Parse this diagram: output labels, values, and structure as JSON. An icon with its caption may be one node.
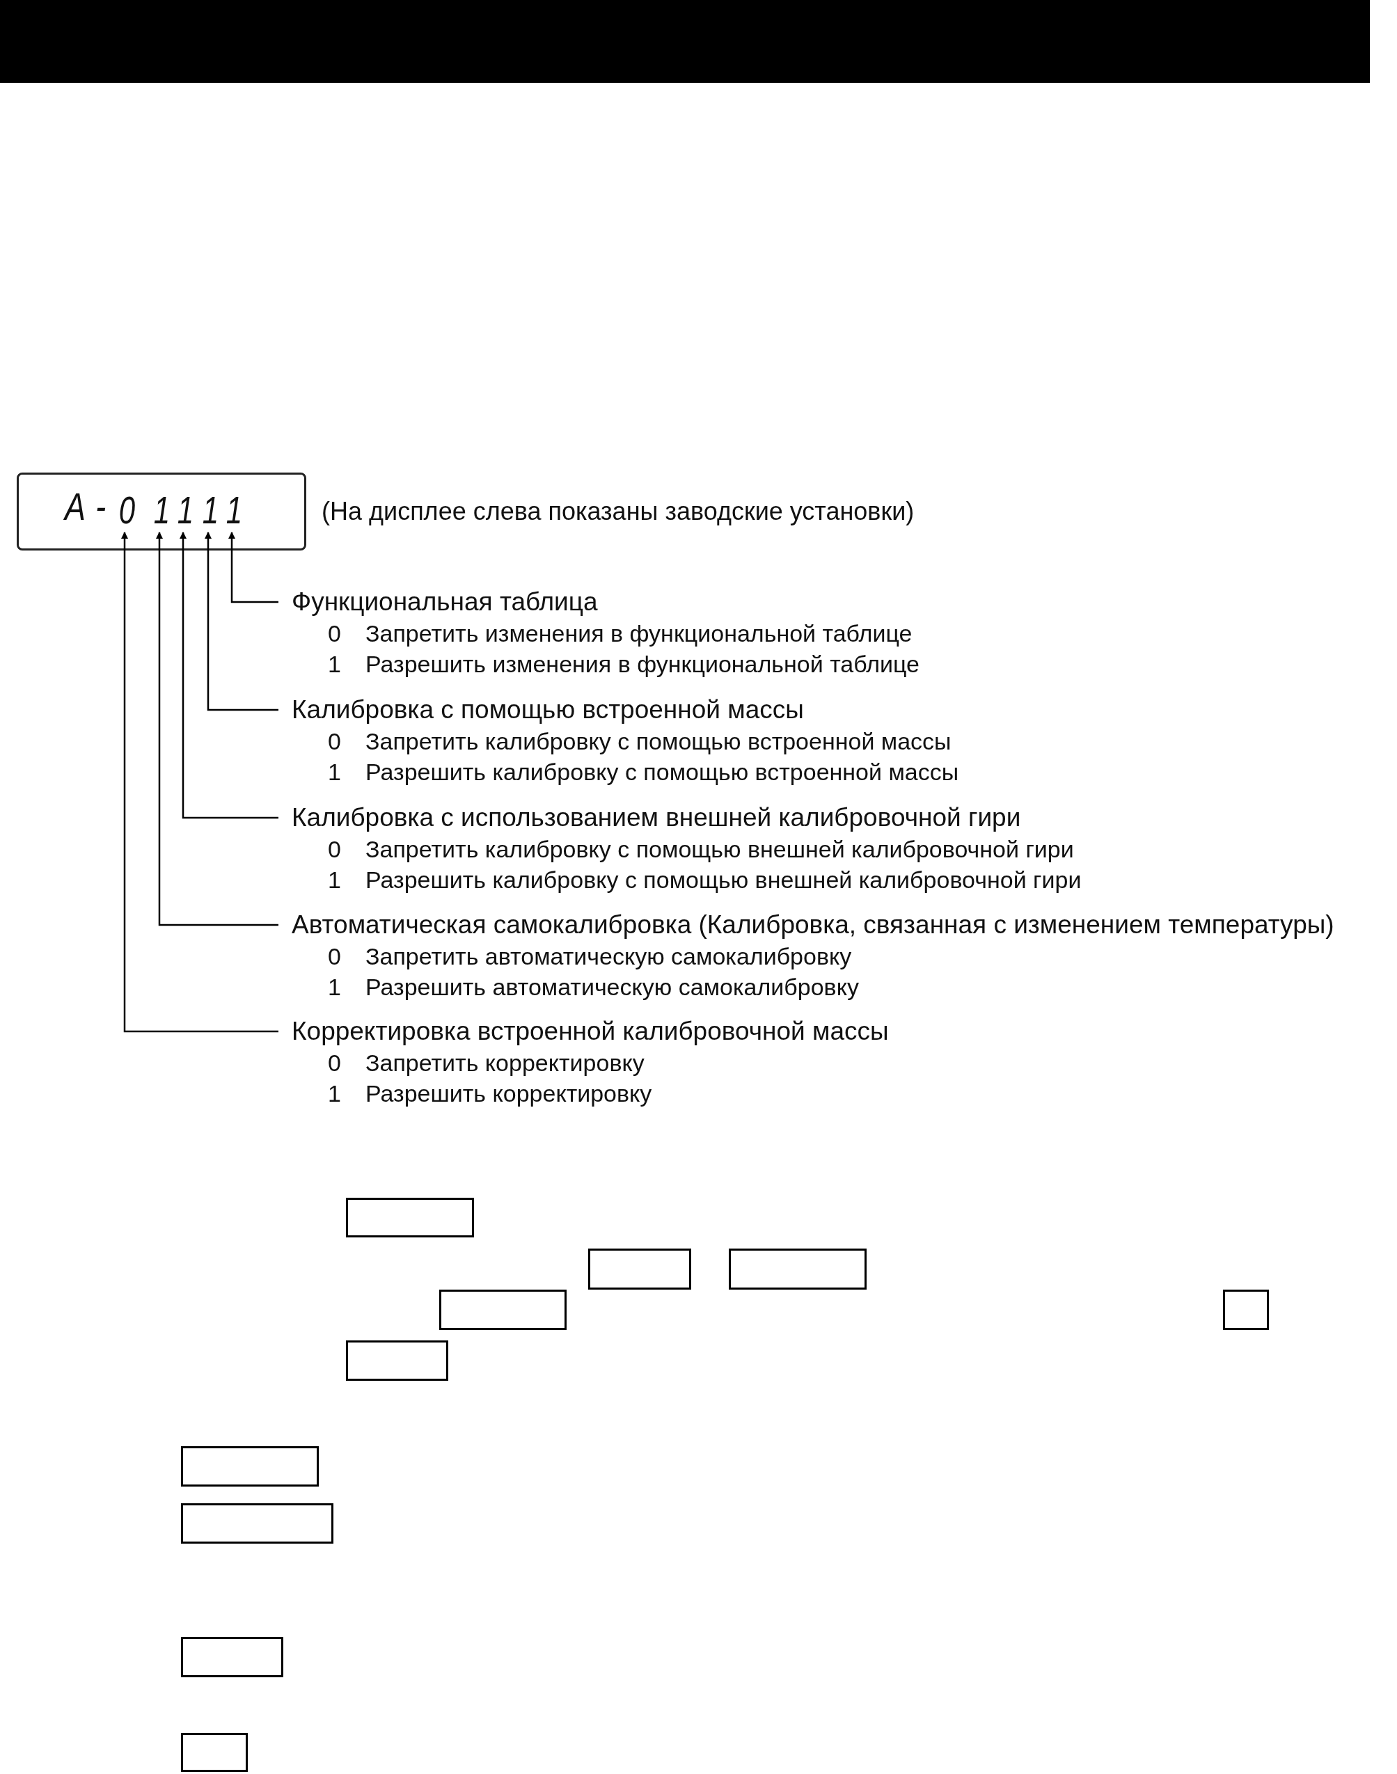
{
  "diagram": {
    "nodes": [
      {
        "text": [
          "A-"
        ],
        "beside": [
          "(На дисплее слева показаны заводские установки)"
        ]
      },
      {
        "text": [
          "0"
        ],
        "in": 0
      },
      {
        "text": [
          "1"
        ],
        "in": 0
      },
      {
        "text": [
          "1"
        ],
        "in": 0
      },
      {
        "text": [
          "1"
        ],
        "in": 0
      },
      {
        "text": [
          "1"
        ],
        "in": 0
      },
      {
        "text": [
          "Функциональная таблица",
          "0",
          "Запретить изменения в функциональной таблице",
          "1",
          "Разрешить изменения в функциональной таблице"
        ]
      },
      {
        "text": [
          "Калибровка с помощью встроенной массы",
          "0",
          "Запретить калибровку с помощью встроенной массы",
          "1",
          "Разрешить калибровку с помощью встроенной массы"
        ]
      },
      {
        "text": [
          "Калибровка с использованием внешней калибровочной гири",
          "0",
          "Запретить калибровку с помощью внешней калибровочной гири",
          "1",
          "Разрешить калибровку с помощью внешней калибровочной гири"
        ]
      },
      {
        "text": [
          "Автоматическая самокалибровка (Калибровка, связанная с изменением температуры)",
          "0",
          "Запретить автоматическую самокалибровку",
          "1",
          "Разрешить автоматическую самокалибровку"
        ]
      },
      {
        "text": [
          "Корректировка встроенной калибровочной массы",
          "0",
          "Запретить корректировку",
          "1",
          "Разрешить корректировку"
        ]
      },
      {
        "text": [],
        "shape": "box"
      },
      {
        "text": [],
        "shape": "box"
      },
      {
        "text": [],
        "shape": "box"
      },
      {
        "text": [],
        "shape": "box"
      },
      {
        "text": [],
        "shape": "box"
      },
      {
        "text": [],
        "shape": "box"
      },
      {
        "text": [],
        "shape": "box"
      },
      {
        "text": [],
        "shape": "box"
      },
      {
        "text": [],
        "shape": "box"
      },
      {
        "text": [],
        "shape": "box"
      }
    ],
    "edges": [
      {
        "from": 6,
        "to": 5,
        "arrow": "to"
      },
      {
        "from": 7,
        "to": 4,
        "arrow": "to"
      },
      {
        "from": 8,
        "to": 3,
        "arrow": "to"
      },
      {
        "from": 9,
        "to": 2,
        "arrow": "to"
      },
      {
        "from": 10,
        "to": 1,
        "arrow": "to"
      }
    ]
  }
}
